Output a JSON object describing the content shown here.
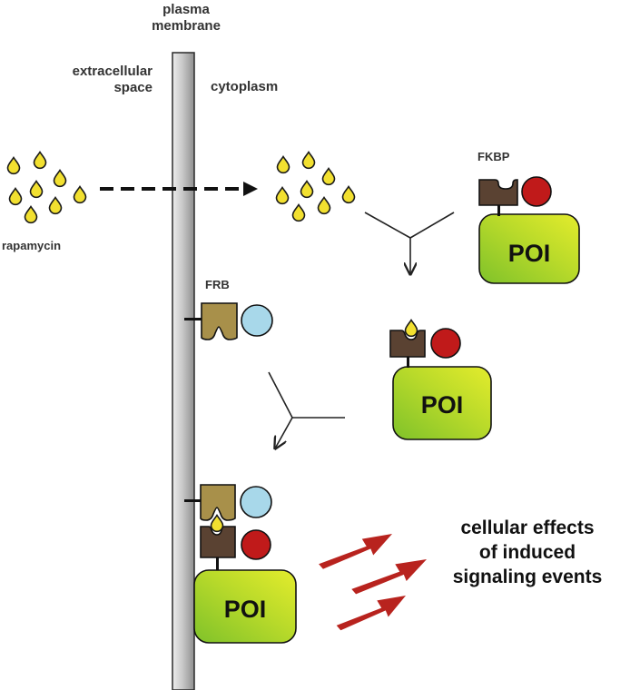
{
  "labels": {
    "plasma_membrane_line1": "plasma",
    "plasma_membrane_line2": "membrane",
    "extracellular_line1": "extracellular",
    "extracellular_line2": "space",
    "cytoplasm": "cytoplasm",
    "rapamycin": "rapamycin",
    "fkbp": "FKBP",
    "frb": "FRB",
    "poi": "POI",
    "effects_line1": "cellular effects",
    "effects_line2": "of induced",
    "effects_line3": "signaling events"
  },
  "colors": {
    "membrane_light": "#e8e8e8",
    "membrane_dark": "#909090",
    "rapamycin": "#f2e030",
    "fkbp": "#5a4232",
    "frb": "#a8904a",
    "frb_partner": "#a8d8ea",
    "fkbp_partner": "#c01a1a",
    "poi_light": "#dcea28",
    "poi_dark": "#86c72a",
    "effect_arrow": "#b8231e"
  }
}
